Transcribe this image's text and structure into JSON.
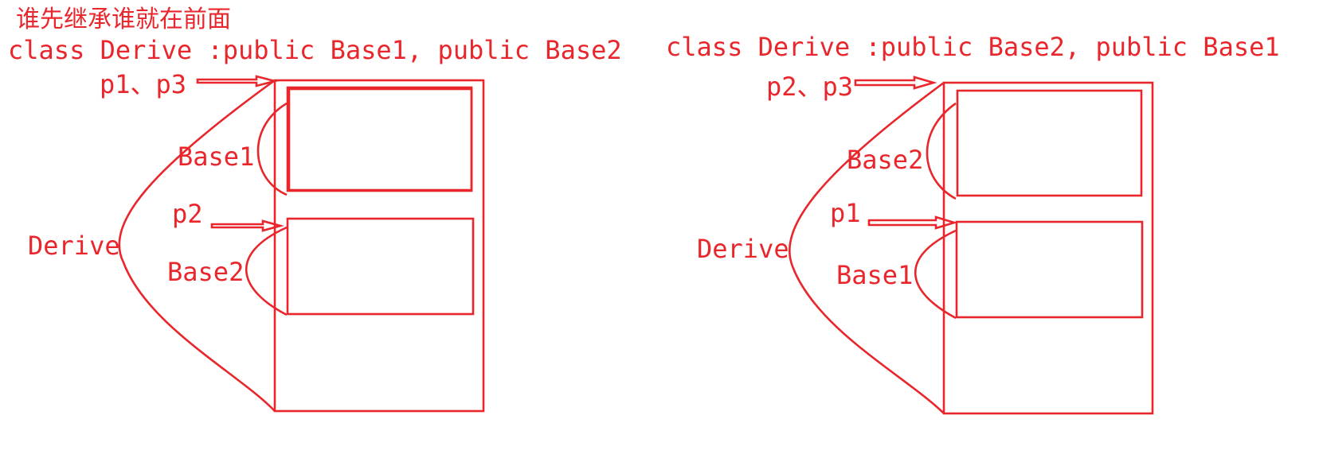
{
  "title": "谁先继承谁就在前面",
  "colors": {
    "ink": "#e8262b",
    "background": "#ffffff"
  },
  "left": {
    "code": "class Derive :public Base1, public Base2",
    "pointer_top": "p1、p3",
    "pointer_mid": "p2",
    "label_first": "Base1",
    "label_second": "Base2",
    "label_derive": "Derive"
  },
  "right": {
    "code": "class Derive :public Base2, public Base1",
    "pointer_top": "p2、p3",
    "pointer_mid": "p1",
    "label_first": "Base2",
    "label_second": "Base1",
    "label_derive": "Derive"
  }
}
